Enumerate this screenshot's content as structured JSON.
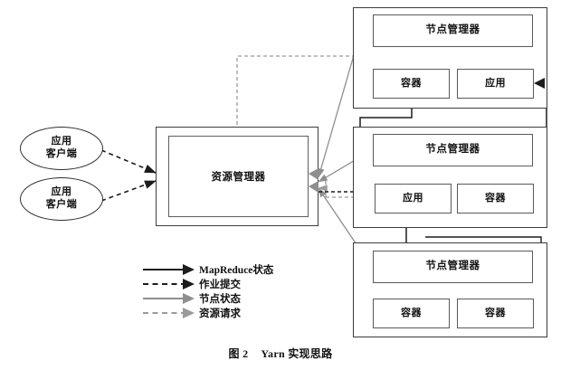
{
  "figure": {
    "caption_number": "图 2",
    "caption_title": "Yarn 实现思路"
  },
  "clients": [
    {
      "id": "client-1",
      "label": "应用\n客户端"
    },
    {
      "id": "client-2",
      "label": "应用\n客户端"
    }
  ],
  "resource_manager": {
    "label": "资源管理器"
  },
  "nodes": [
    {
      "id": "node-1",
      "manager_label": "节点管理器",
      "slots": [
        {
          "id": "node-1-container",
          "label": "容器"
        },
        {
          "id": "node-1-app",
          "label": "应用"
        }
      ]
    },
    {
      "id": "node-2",
      "manager_label": "节点管理器",
      "slots": [
        {
          "id": "node-2-app",
          "label": "应用"
        },
        {
          "id": "node-2-container",
          "label": "容器"
        }
      ]
    },
    {
      "id": "node-3",
      "manager_label": "节点管理器",
      "slots": [
        {
          "id": "node-3-container-a",
          "label": "容器"
        },
        {
          "id": "node-3-container-b",
          "label": "容器"
        }
      ]
    }
  ],
  "legend": {
    "items": [
      {
        "id": "mapreduce-status",
        "label": "MapReduce状态",
        "style": "solid",
        "color": "#1c1c1c"
      },
      {
        "id": "job-submission",
        "label": "作业提交",
        "style": "dashed",
        "color": "#1c1c1c"
      },
      {
        "id": "node-status",
        "label": "节点状态",
        "style": "solid",
        "color": "#8e8e8e"
      },
      {
        "id": "resource-request",
        "label": "资源请求",
        "style": "dashed",
        "color": "#9a9a9a"
      }
    ]
  },
  "colors": {
    "black_line": "#1c1c1c",
    "gray_line": "#8e8e8e",
    "gray_dashed": "#9a9a9a",
    "box_stroke": "#4a4a4a"
  }
}
